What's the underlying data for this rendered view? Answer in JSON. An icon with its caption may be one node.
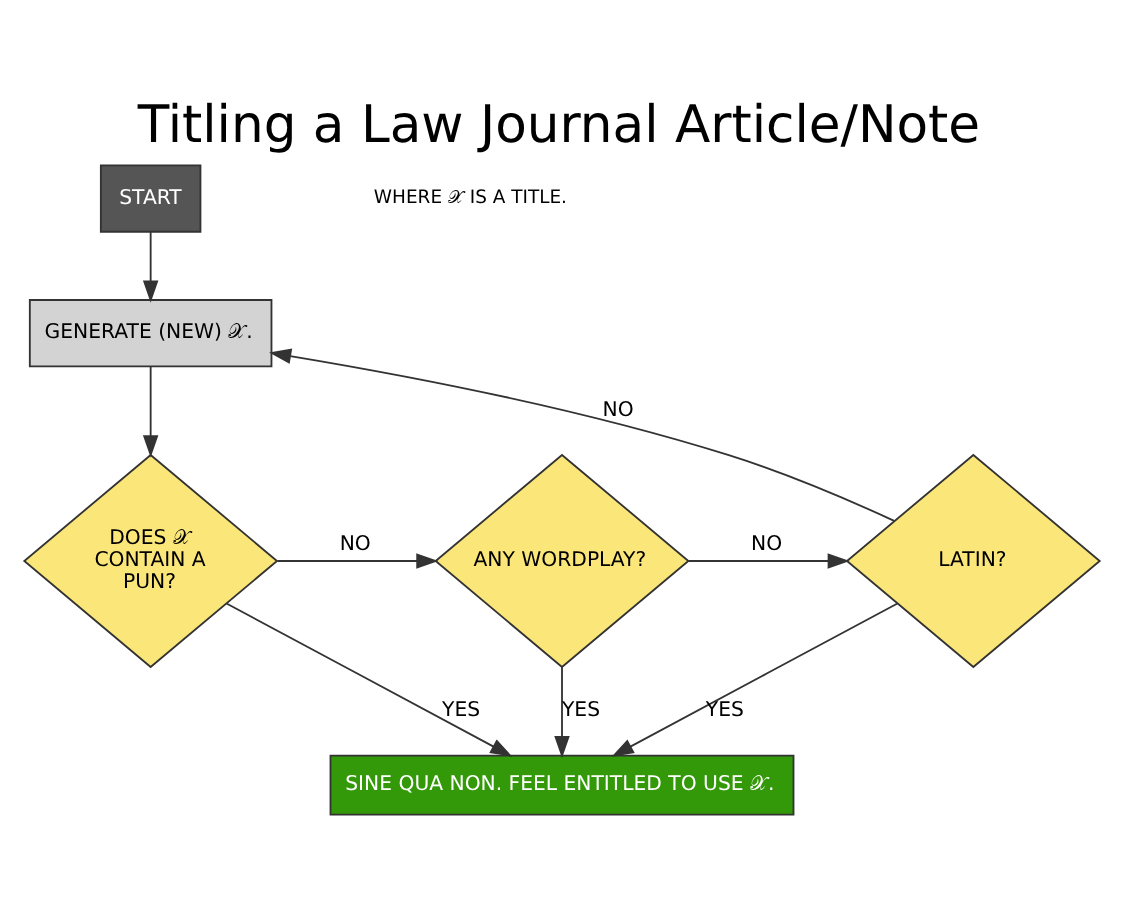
{
  "diagram": {
    "title": "Titling a Law Journal Article/Note",
    "nodes": [
      {
        "text": [
          "START"
        ]
      },
      {
        "text": [
          "GENERATE (NEW) 𝒳."
        ]
      },
      {
        "text": [
          "DOES 𝒳 CONTAIN A PUN?"
        ]
      },
      {
        "text": [
          "ANY WORDPLAY?"
        ]
      },
      {
        "text": [
          "LATIN?"
        ]
      },
      {
        "text": [
          "SINE QUA NON. FEEL ENTITLED TO USE 𝒳."
        ]
      }
    ],
    "edges": [
      {
        "from": 0,
        "to": 1,
        "arrow": "to"
      },
      {
        "from": 1,
        "to": 2,
        "arrow": "to"
      },
      {
        "from": 2,
        "to": 3,
        "arrow": "to",
        "label": "NO"
      },
      {
        "from": 3,
        "to": 4,
        "arrow": "to",
        "label": "NO"
      },
      {
        "from": 4,
        "to": 1,
        "arrow": "to",
        "label": "NO"
      },
      {
        "from": 2,
        "to": 5,
        "arrow": "to",
        "label": "YES"
      },
      {
        "from": 3,
        "to": 5,
        "arrow": "to",
        "label": "YES"
      },
      {
        "from": 4,
        "to": 5,
        "arrow": "to",
        "label": "YES"
      }
    ],
    "labels": [
      "WHERE 𝒳 IS A TITLE."
    ]
  }
}
